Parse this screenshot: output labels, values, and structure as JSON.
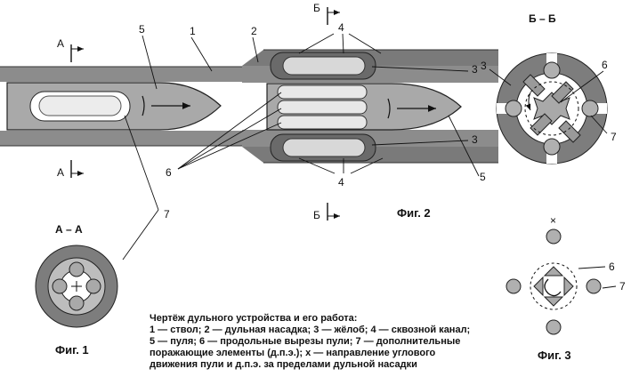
{
  "section_marks": {
    "a_top": "А",
    "a_bottom": "А",
    "b_top": "Б",
    "b_bottom": "Б"
  },
  "section_titles": {
    "aa": "А – А",
    "bb": "Б – Б"
  },
  "callouts": {
    "n1": "1",
    "n2": "2",
    "n3_top": "3",
    "n3_bottom": "3",
    "n3_bb": "3",
    "n4_top": "4",
    "n4_bottom": "4",
    "n5_left": "5",
    "n5_right": "5",
    "n6_main": "6",
    "n6_bb": "6",
    "n6_fig3": "6",
    "n7_main": "7",
    "n7_bb": "7",
    "n7_fig3": "7",
    "x_mark": "×"
  },
  "figure_labels": {
    "fig1": "Фиг. 1",
    "fig2": "Фиг. 2",
    "fig3": "Фиг. 3"
  },
  "caption": {
    "line1": "Чертёж дульного устройства и его работа:",
    "line2": "1 — ствол; 2 — дульная насадка; 3 — жёлоб; 4 — сквозной канал;",
    "line3": "5 — пуля; 6 — продольные вырезы пули; 7 — дополнительные",
    "line4": "поражающие элементы (д.п.э.); х — направление углового",
    "line5": "движения пули и д.п.э. за пределами дульной насадки"
  },
  "colors": {
    "metal": "#8c8c8c",
    "metal_dark": "#5e5e5e",
    "bullet": "#a9a9a9",
    "line": "#111111"
  }
}
